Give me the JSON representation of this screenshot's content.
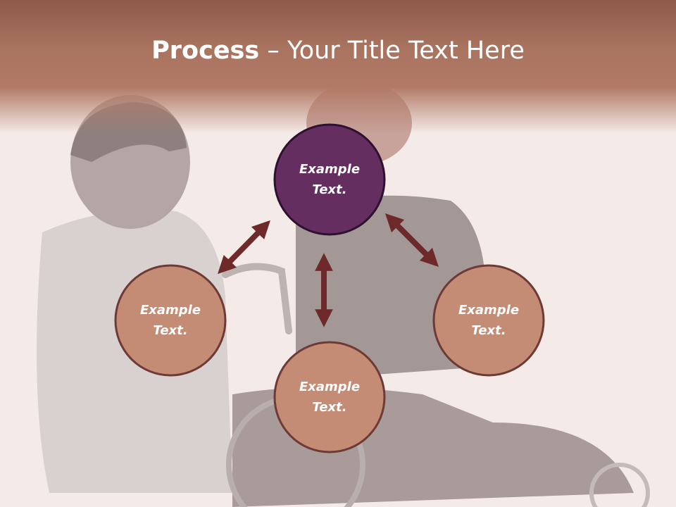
{
  "title": {
    "bold": "Process",
    "rest": " – Your Title Text Here"
  },
  "colors": {
    "header": "#a8735f",
    "center_fill": "#652e60",
    "node_fill": "#c48b75",
    "node_stroke": "#6e3a35",
    "arrow": "#6e2a2a"
  },
  "nodes": [
    {
      "id": "top",
      "line1": "Example",
      "line2": "Text."
    },
    {
      "id": "left",
      "line1": "Example",
      "line2": "Text."
    },
    {
      "id": "right",
      "line1": "Example",
      "line2": "Text."
    },
    {
      "id": "bottom",
      "line1": "Example",
      "line2": "Text."
    }
  ]
}
